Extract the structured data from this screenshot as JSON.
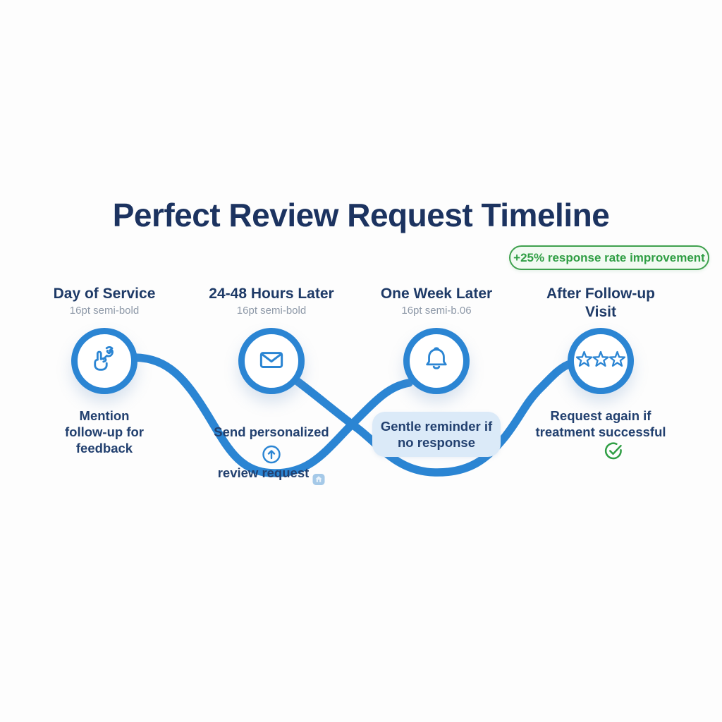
{
  "title": "Perfect Review Request Timeline",
  "badge": {
    "label": "+25% response rate improvement"
  },
  "colors": {
    "navy": "#1e3a67",
    "blue": "#2b85d3",
    "pill": "#dbeaf8",
    "gray": "#8e99a8",
    "green": "#2f9e44",
    "badge_bg": "#f2faf2",
    "badge_border": "#3fa14e",
    "bg": "#fdfdfd",
    "house": "#a5c9e8"
  },
  "stages": [
    {
      "heading": "Day of Service",
      "subheading": "16pt semi-bold",
      "icon": "hand-wrench-icon",
      "caption": "Mention\nfollow-up for\nfeedback"
    },
    {
      "heading": "24-48 Hours Later",
      "subheading": "16pt semi-bold",
      "icon": "envelope-icon",
      "caption_line1": "Send personalized",
      "caption_line2": "review request",
      "inline_icon": "house-icon",
      "extra_icon": "up-arrow-circle-icon"
    },
    {
      "heading": "One Week Later",
      "subheading": "16pt semi-b.06",
      "icon": "bell-icon",
      "caption": "Gentle reminder if\nno response",
      "caption_style": "pill"
    },
    {
      "heading": "After Follow-up\nVisit",
      "subheading": "",
      "icon": "three-stars-icon",
      "caption": "Request again if\ntreatment successful",
      "extra_icon": "check-circle-icon"
    }
  ]
}
